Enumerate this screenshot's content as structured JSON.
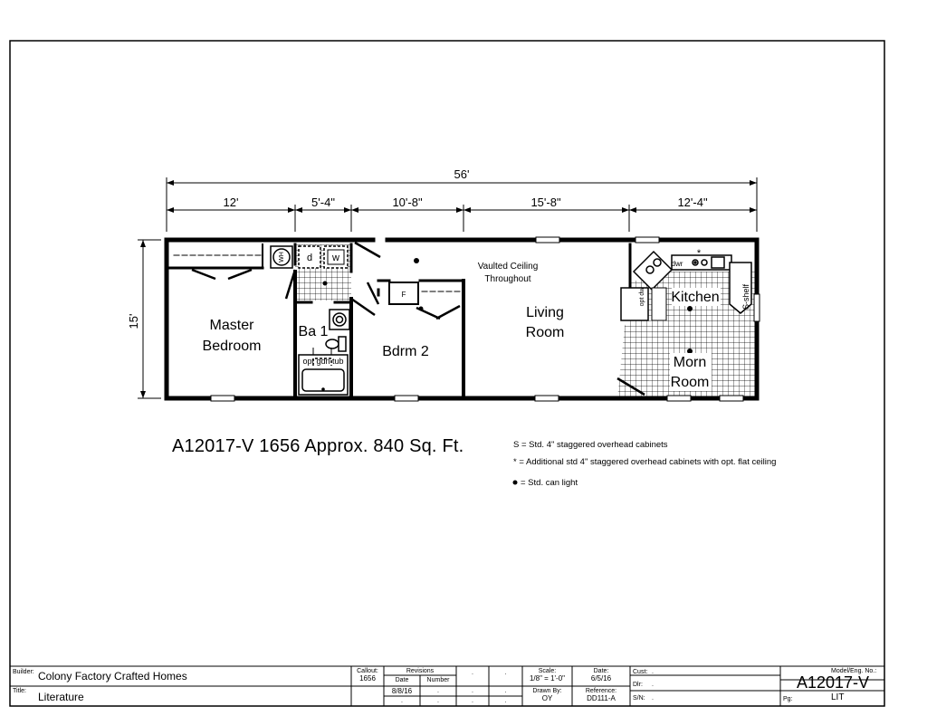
{
  "plan": {
    "overall_dimension": "56'",
    "segment_dimensions": [
      "12'",
      "5'-4\"",
      "10'-8\"",
      "15'-8\"",
      "12'-4\""
    ],
    "depth_dimension": "15'",
    "rooms": {
      "master_line1": "Master",
      "master_line2": "Bedroom",
      "bath": "Ba 1",
      "bdrm2": "Bdrm 2",
      "living_line1": "Living",
      "living_line2": "Room",
      "vaulted_line1": "Vaulted Ceiling",
      "vaulted_line2": "Throughout",
      "kitchen": "Kitchen",
      "morn_line1": "Morn",
      "morn_line2": "Room"
    },
    "fixtures": {
      "wh": "WH",
      "dryer": "d",
      "washer": "w",
      "furnace": "F",
      "opt_tub": "opt gdn tub",
      "dwr": "dwr",
      "opt_dw": "opt dw",
      "s_shelf": "S-shelf",
      "star": "*"
    }
  },
  "caption": "A12017-V 1656  Approx. 840 Sq. Ft.",
  "legend": [
    "S = Std. 4\" staggered overhead cabinets",
    "* = Additional std 4\" staggered overhead cabinets with opt. flat ceiling",
    "= Std. can light"
  ],
  "title_block": {
    "builder_label": "Builder:",
    "builder": "Colony Factory Crafted Homes",
    "title_label": "Title:",
    "title": "Literature",
    "callout_label": "Callout:",
    "callout": "1656",
    "revisions_label": "Revisions",
    "date_label": "Date",
    "number_label": "Number",
    "revision_date": "8/8/16",
    "dot": ".",
    "scale_label": "Scale:",
    "scale": "1/8\" = 1'-0\"",
    "date2_label": "Date:",
    "date2": "6/5/16",
    "drawn_by_label": "Drawn By:",
    "drawn_by": "OY",
    "reference_label": "Reference:",
    "reference": "DD111-A",
    "cust_label": "Cust:",
    "cust": ".",
    "dlr_label": "Dlr:",
    "dlr": ".",
    "sn_label": "S/N:",
    "sn": ".",
    "model_label": "Model/Eng. No.:",
    "model": "A12017-V",
    "pg_label": "Pg:",
    "pg": "LIT"
  },
  "colors": {
    "ink": "#000000",
    "paper": "#ffffff"
  }
}
